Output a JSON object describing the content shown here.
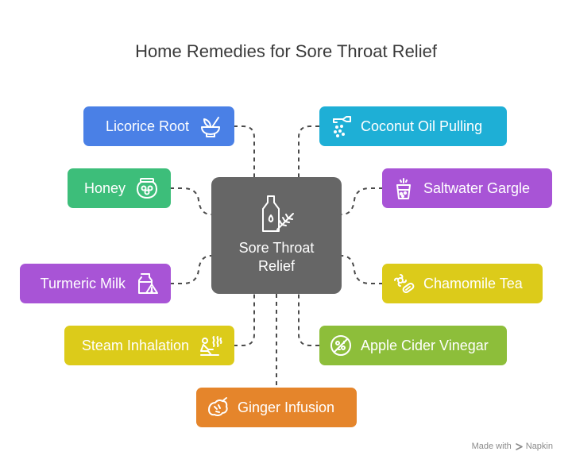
{
  "title": "Home Remedies for Sore Throat Relief",
  "center": {
    "line1": "Sore Throat",
    "line2": "Relief",
    "icon": "oil-bottle-herb-icon",
    "color": "#666666"
  },
  "nodes": [
    {
      "id": "licorice-root",
      "label": "Licorice Root",
      "icon": "mortar-pestle-icon",
      "color": "#4A80E6"
    },
    {
      "id": "honey",
      "label": "Honey",
      "icon": "honey-jar-icon",
      "color": "#3DBE7A"
    },
    {
      "id": "turmeric-milk",
      "label": "Turmeric Milk",
      "icon": "milk-warning-icon",
      "color": "#A854D6"
    },
    {
      "id": "steam-inhalation",
      "label": "Steam Inhalation",
      "icon": "steam-person-icon",
      "color": "#DCCB1A"
    },
    {
      "id": "ginger-infusion",
      "label": "Ginger Infusion",
      "icon": "ginger-icon",
      "color": "#E5852B"
    },
    {
      "id": "coconut-oil-pulling",
      "label": "Coconut Oil Pulling",
      "icon": "oil-pour-icon",
      "color": "#1EAFD6"
    },
    {
      "id": "saltwater-gargle",
      "label": "Saltwater Gargle",
      "icon": "salt-glass-icon",
      "color": "#A854D6"
    },
    {
      "id": "chamomile-tea",
      "label": "Chamomile Tea",
      "icon": "chamomile-pill-icon",
      "color": "#DCCB1A"
    },
    {
      "id": "apple-cider-vinegar",
      "label": "Apple Cider Vinegar",
      "icon": "no-bacteria-icon",
      "color": "#8DBE3A"
    }
  ],
  "footer": {
    "made_with": "Made with",
    "brand": "Napkin"
  }
}
